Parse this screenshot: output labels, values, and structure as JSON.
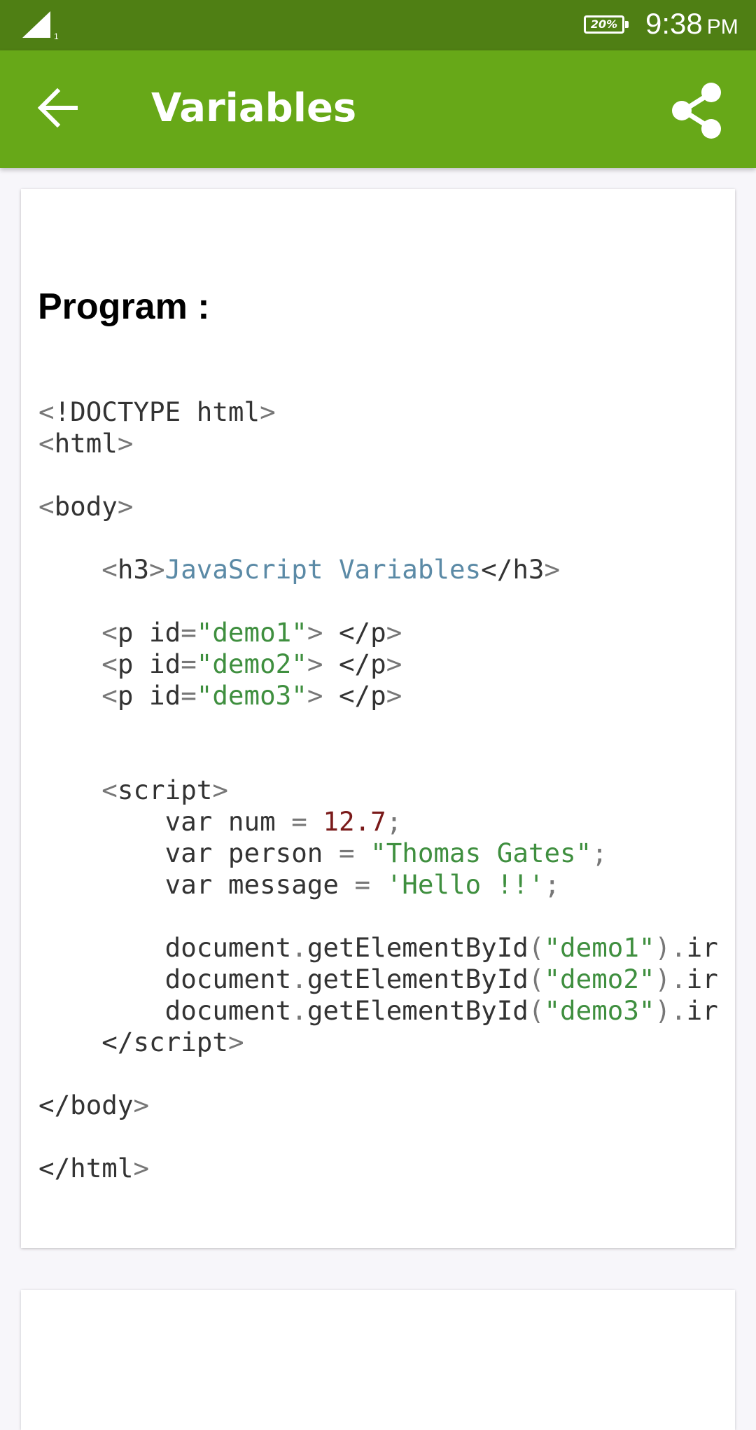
{
  "status_bar": {
    "signal_icon": "cell-signal-icon",
    "sim_label": "1",
    "battery_level": "20%",
    "time": "9:38",
    "ampm": "PM",
    "background": "#4f7f14"
  },
  "app_bar": {
    "back_icon": "arrow-back-icon",
    "title": "Variables",
    "share_icon": "share-icon",
    "background": "#67a818"
  },
  "content": {
    "heading": "Program :",
    "code_lines": [
      [
        {
          "t": "<",
          "c": "punc"
        },
        {
          "t": "!DOCTYPE html",
          "c": "text"
        },
        {
          "t": ">",
          "c": "punc"
        }
      ],
      [
        {
          "t": "<",
          "c": "punc"
        },
        {
          "t": "html",
          "c": "text"
        },
        {
          "t": ">",
          "c": "punc"
        }
      ],
      [],
      [
        {
          "t": "<",
          "c": "punc"
        },
        {
          "t": "body",
          "c": "text"
        },
        {
          "t": ">",
          "c": "punc"
        }
      ],
      [],
      [
        {
          "t": "    <",
          "c": "punc"
        },
        {
          "t": "h3",
          "c": "text"
        },
        {
          "t": ">",
          "c": "punc"
        },
        {
          "t": "JavaScript Variables",
          "c": "blue"
        },
        {
          "t": "</h3",
          "c": "text"
        },
        {
          "t": ">",
          "c": "punc"
        }
      ],
      [],
      [
        {
          "t": "    <",
          "c": "punc"
        },
        {
          "t": "p id",
          "c": "text"
        },
        {
          "t": "=",
          "c": "punc"
        },
        {
          "t": "\"demo1\"",
          "c": "str"
        },
        {
          "t": "> ",
          "c": "punc"
        },
        {
          "t": "</p",
          "c": "text"
        },
        {
          "t": ">",
          "c": "punc"
        }
      ],
      [
        {
          "t": "    <",
          "c": "punc"
        },
        {
          "t": "p id",
          "c": "text"
        },
        {
          "t": "=",
          "c": "punc"
        },
        {
          "t": "\"demo2\"",
          "c": "str"
        },
        {
          "t": "> ",
          "c": "punc"
        },
        {
          "t": "</p",
          "c": "text"
        },
        {
          "t": ">",
          "c": "punc"
        }
      ],
      [
        {
          "t": "    <",
          "c": "punc"
        },
        {
          "t": "p id",
          "c": "text"
        },
        {
          "t": "=",
          "c": "punc"
        },
        {
          "t": "\"demo3\"",
          "c": "str"
        },
        {
          "t": "> ",
          "c": "punc"
        },
        {
          "t": "</p",
          "c": "text"
        },
        {
          "t": ">",
          "c": "punc"
        }
      ],
      [],
      [],
      [
        {
          "t": "    <",
          "c": "punc"
        },
        {
          "t": "script",
          "c": "text"
        },
        {
          "t": ">",
          "c": "punc"
        }
      ],
      [
        {
          "t": "        var num ",
          "c": "text"
        },
        {
          "t": "= ",
          "c": "punc"
        },
        {
          "t": "12.7",
          "c": "num"
        },
        {
          "t": ";",
          "c": "punc"
        }
      ],
      [
        {
          "t": "        var person ",
          "c": "text"
        },
        {
          "t": "= ",
          "c": "punc"
        },
        {
          "t": "\"Thomas Gates\"",
          "c": "str"
        },
        {
          "t": ";",
          "c": "punc"
        }
      ],
      [
        {
          "t": "        var message ",
          "c": "text"
        },
        {
          "t": "= ",
          "c": "punc"
        },
        {
          "t": "'Hello !!'",
          "c": "str"
        },
        {
          "t": ";",
          "c": "punc"
        }
      ],
      [],
      [
        {
          "t": "        document",
          "c": "text"
        },
        {
          "t": ".",
          "c": "punc"
        },
        {
          "t": "getElementById",
          "c": "text"
        },
        {
          "t": "(",
          "c": "punc"
        },
        {
          "t": "\"demo1\"",
          "c": "str"
        },
        {
          "t": ").",
          "c": "punc"
        },
        {
          "t": "ir",
          "c": "text"
        }
      ],
      [
        {
          "t": "        document",
          "c": "text"
        },
        {
          "t": ".",
          "c": "punc"
        },
        {
          "t": "getElementById",
          "c": "text"
        },
        {
          "t": "(",
          "c": "punc"
        },
        {
          "t": "\"demo2\"",
          "c": "str"
        },
        {
          "t": ").",
          "c": "punc"
        },
        {
          "t": "ir",
          "c": "text"
        }
      ],
      [
        {
          "t": "        document",
          "c": "text"
        },
        {
          "t": ".",
          "c": "punc"
        },
        {
          "t": "getElementById",
          "c": "text"
        },
        {
          "t": "(",
          "c": "punc"
        },
        {
          "t": "\"demo3\"",
          "c": "str"
        },
        {
          "t": ").",
          "c": "punc"
        },
        {
          "t": "ir",
          "c": "text"
        }
      ],
      [
        {
          "t": "    </script",
          "c": "text"
        },
        {
          "t": ">",
          "c": "punc"
        }
      ],
      [],
      [
        {
          "t": "</body",
          "c": "text"
        },
        {
          "t": ">",
          "c": "punc"
        }
      ],
      [],
      [
        {
          "t": "</html",
          "c": "text"
        },
        {
          "t": ">",
          "c": "punc"
        }
      ]
    ]
  }
}
